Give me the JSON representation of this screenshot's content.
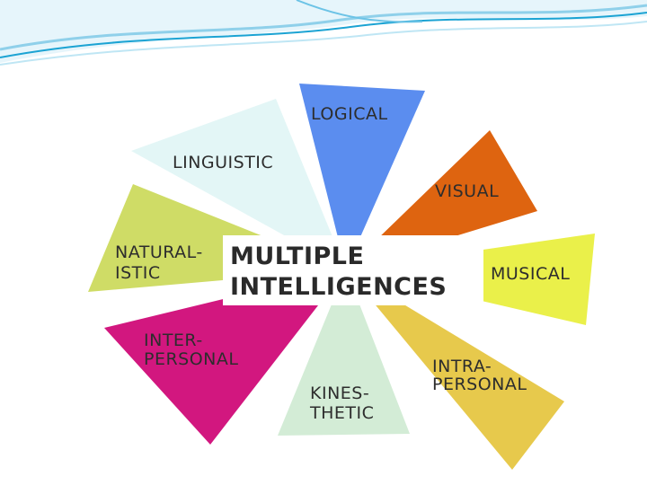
{
  "title": {
    "line1": "MULTIPLE",
    "line2": "INTELLIGENCES"
  },
  "wedges": [
    {
      "id": "logical",
      "lines": [
        "LOGICAL"
      ],
      "color": "#5b8def"
    },
    {
      "id": "visual",
      "lines": [
        "VISUAL"
      ],
      "color": "#de6410"
    },
    {
      "id": "musical",
      "lines": [
        "MUSICAL"
      ],
      "color": "#eaf04a"
    },
    {
      "id": "intrapersonal",
      "lines": [
        "INTRA-",
        "PERSONAL"
      ],
      "color": "#e7c94c"
    },
    {
      "id": "kinesthetic",
      "lines": [
        "KINES-",
        "THETIC"
      ],
      "color": "#d3ecd6"
    },
    {
      "id": "interpersonal",
      "lines": [
        "INTER-",
        "PERSONAL"
      ],
      "color": "#d2177f"
    },
    {
      "id": "naturalistic",
      "lines": [
        "NATURAL-",
        "ISTIC"
      ],
      "color": "#cfdc66"
    },
    {
      "id": "linguistic",
      "lines": [
        "LINGUISTIC"
      ],
      "color": "#e3f6f6"
    }
  ],
  "colors": {
    "header_wave": "#1ba3d3",
    "header_wave_light": "#9fd7ec"
  }
}
